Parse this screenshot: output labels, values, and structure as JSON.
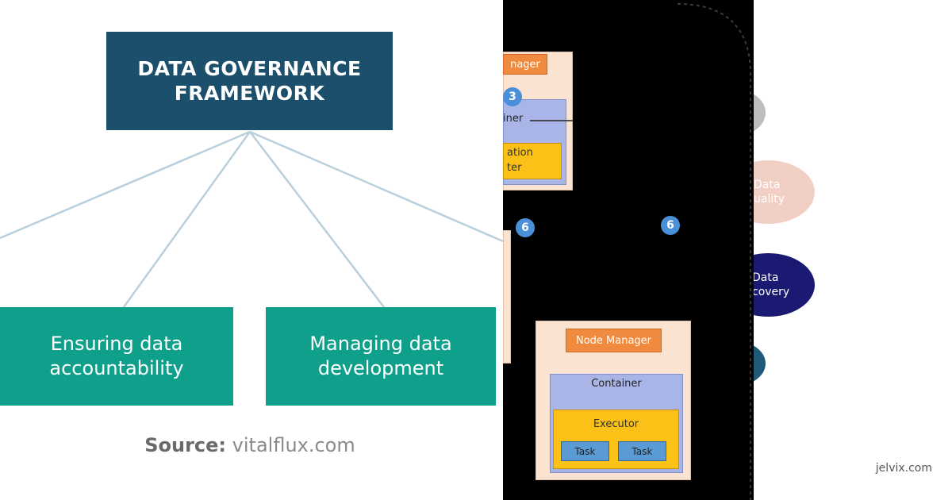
{
  "panel1": {
    "title": "DATA GOVERNANCE\nFRAMEWORK",
    "box_left": "Ensuring data\naccountability",
    "box_right": "Managing data\ndevelopment",
    "source_label": "Source:",
    "source_site": "vitalflux.com",
    "colors": {
      "title_bg": "#1b4f6b",
      "box_bg": "#0fa08c",
      "connector": "#b9cfdc"
    }
  },
  "panel2": {
    "top_manager_label": "nager",
    "top_badge": "3",
    "top_container_label": "iner",
    "top_app_line1": "ation",
    "top_app_line2": "ter",
    "badge_left": "6",
    "badge_right": "6",
    "node_manager_label": "Node Manager",
    "container_label": "Container",
    "executor_label": "Executor",
    "task1_label": "Task",
    "task2_label": "Task"
  },
  "panel3": {
    "quality_label": "Data\nuality",
    "discovery_label": "Data\ncovery",
    "credit": "jelvix.com",
    "colors": {
      "grey": "#bdbdbd",
      "quality": "#f2cfc4",
      "discovery": "#1a1a72",
      "teal": "#1f5a78"
    }
  }
}
